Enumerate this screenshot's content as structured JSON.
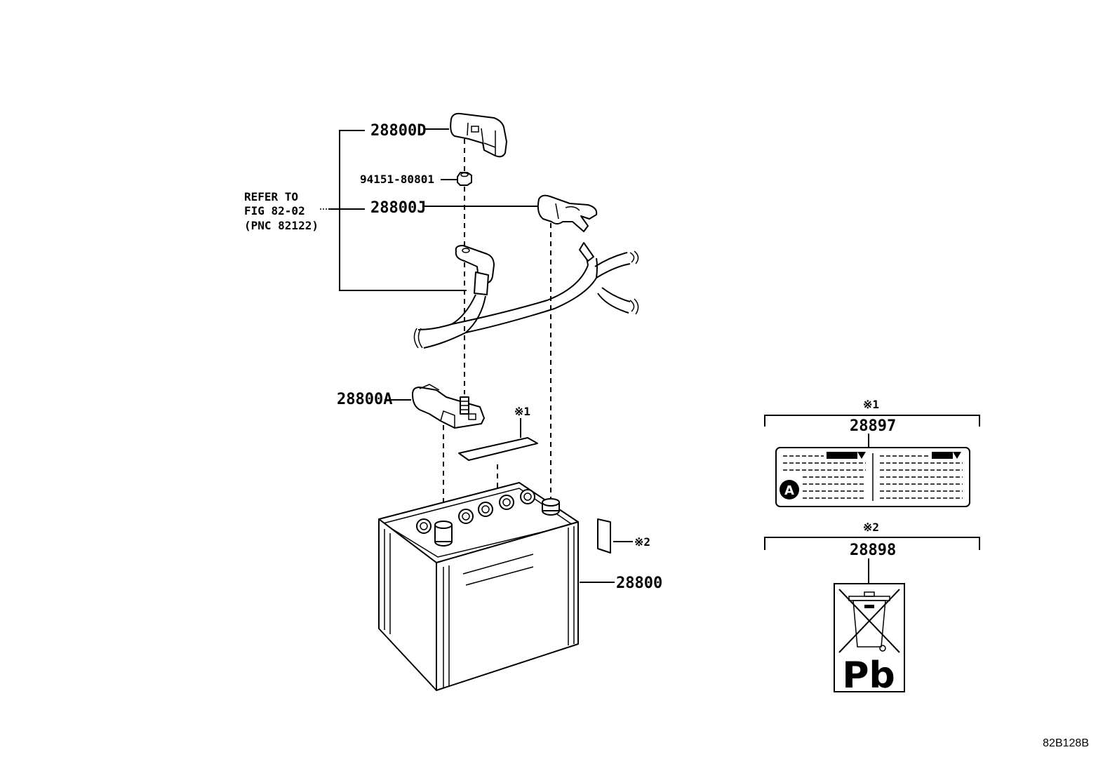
{
  "parts": {
    "p28800D": "28800D",
    "p94151": "94151-80801",
    "p28800J": "28800J",
    "p28800A": "28800A",
    "p28800": "28800",
    "p28897": "28897",
    "p28898": "28898"
  },
  "refer": {
    "line1": "REFER TO",
    "line2": "FIG 82-02",
    "line3": "(PNC 82122)"
  },
  "notes": {
    "note1": "※1",
    "note2": "※2"
  },
  "label_insets": {
    "caution_badge": "A",
    "recycle_text": "Pb"
  },
  "figure_code": "82B128B"
}
